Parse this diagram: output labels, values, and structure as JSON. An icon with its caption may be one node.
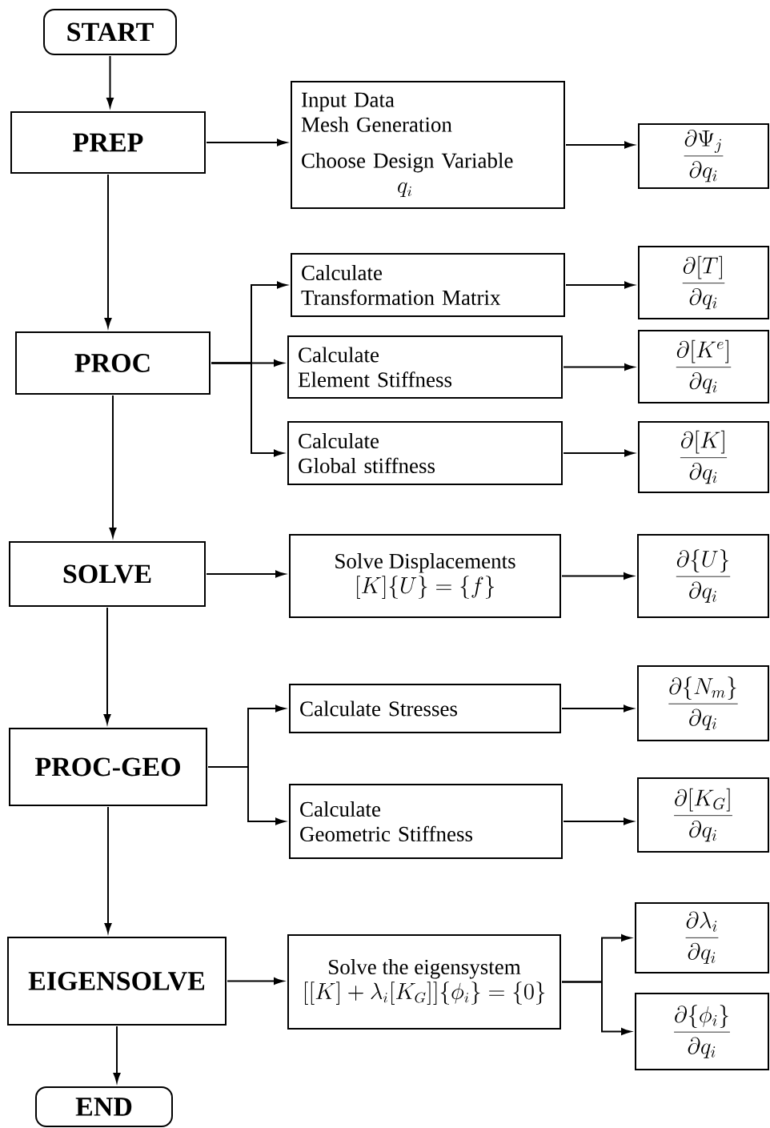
{
  "diagram": {
    "nodes": [
      {
        "text": [
          "START"
        ]
      },
      {
        "text": [
          "PREP"
        ]
      },
      {
        "text": [
          "Input Data",
          "Mesh Generation",
          "Choose Design Variable",
          "q_i"
        ]
      },
      {
        "text": [
          "\\frac{\\partial \\Psi_j}{\\partial q_i}"
        ]
      },
      {
        "text": [
          "PROC"
        ]
      },
      {
        "text": [
          "Calculate",
          "Transformation Matrix"
        ]
      },
      {
        "text": [
          "\\frac{\\partial [T]}{\\partial q_i}"
        ]
      },
      {
        "text": [
          "Calculate",
          "Element Stiffness"
        ]
      },
      {
        "text": [
          "\\frac{\\partial [K^e]}{\\partial q_i}"
        ]
      },
      {
        "text": [
          "Calculate",
          "Global stiffness"
        ]
      },
      {
        "text": [
          "\\frac{\\partial [K]}{\\partial q_i}"
        ]
      },
      {
        "text": [
          "SOLVE"
        ]
      },
      {
        "text": [
          "Solve Displacements",
          "[K]\\{U\\}=\\{f\\}"
        ]
      },
      {
        "text": [
          "\\frac{\\partial \\{U\\}}{\\partial q_i}"
        ]
      },
      {
        "text": [
          "PROC-GEO"
        ]
      },
      {
        "text": [
          "Calculate Stresses"
        ]
      },
      {
        "text": [
          "\\frac{\\partial \\{N_m\\}}{\\partial q_i}"
        ]
      },
      {
        "text": [
          "Calculate",
          "Geometric Stiffness"
        ]
      },
      {
        "text": [
          "\\frac{\\partial [K_G]}{\\partial q_i}"
        ]
      },
      {
        "text": [
          "EIGENSOLVE"
        ]
      },
      {
        "text": [
          "Solve the eigensystem",
          "[[K]+\\lambda_i[K_G]]\\{\\phi_i\\}=\\{0\\}"
        ]
      },
      {
        "text": [
          "\\frac{\\partial \\lambda_i}{\\partial q_i}"
        ]
      },
      {
        "text": [
          "\\frac{\\partial \\{\\phi_i\\}}{\\partial q_i}"
        ]
      },
      {
        "text": [
          "END"
        ]
      }
    ],
    "edges": [
      {
        "from": 0,
        "to": 1,
        "arrow": "to"
      },
      {
        "from": 1,
        "to": 2,
        "arrow": "to"
      },
      {
        "from": 2,
        "to": 3,
        "arrow": "to"
      },
      {
        "from": 1,
        "to": 4,
        "arrow": "to"
      },
      {
        "from": 4,
        "to": 5,
        "arrow": "to"
      },
      {
        "from": 4,
        "to": 7,
        "arrow": "to"
      },
      {
        "from": 4,
        "to": 9,
        "arrow": "to"
      },
      {
        "from": 5,
        "to": 6,
        "arrow": "to"
      },
      {
        "from": 7,
        "to": 8,
        "arrow": "to"
      },
      {
        "from": 9,
        "to": 10,
        "arrow": "to"
      },
      {
        "from": 4,
        "to": 11,
        "arrow": "to"
      },
      {
        "from": 11,
        "to": 12,
        "arrow": "to"
      },
      {
        "from": 12,
        "to": 13,
        "arrow": "to"
      },
      {
        "from": 11,
        "to": 14,
        "arrow": "to"
      },
      {
        "from": 14,
        "to": 15,
        "arrow": "to"
      },
      {
        "from": 14,
        "to": 17,
        "arrow": "to"
      },
      {
        "from": 15,
        "to": 16,
        "arrow": "to"
      },
      {
        "from": 17,
        "to": 18,
        "arrow": "to"
      },
      {
        "from": 14,
        "to": 19,
        "arrow": "to"
      },
      {
        "from": 19,
        "to": 20,
        "arrow": "to"
      },
      {
        "from": 20,
        "to": 21,
        "arrow": "to"
      },
      {
        "from": 20,
        "to": 22,
        "arrow": "to"
      },
      {
        "from": 19,
        "to": 23,
        "arrow": "to"
      }
    ]
  }
}
